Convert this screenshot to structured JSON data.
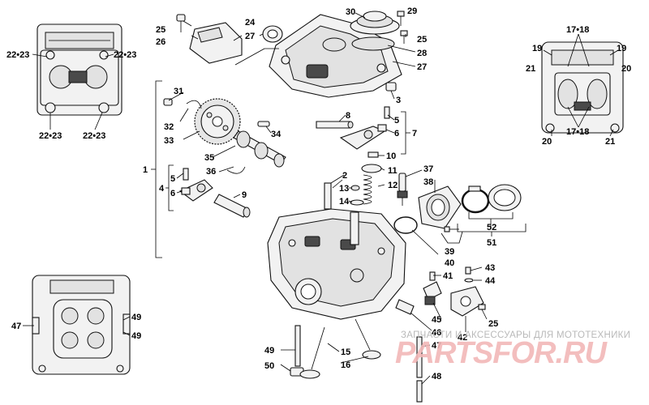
{
  "watermark": {
    "caption": "ЗАПЧАСТИ И АКСЕССУАРЫ ДЛЯ МОТОТЕХНИКИ",
    "logo": "PARTSFOR.RU",
    "logo_color": "#e05050"
  },
  "callouts": {
    "c1": "1",
    "c2": "2",
    "c3": "3",
    "c4": "4",
    "c5a": "5",
    "c5b": "5",
    "c6a": "6",
    "c6b": "6",
    "c7": "7",
    "c8": "8",
    "c9": "9",
    "c10": "10",
    "c11": "11",
    "c12": "12",
    "c13": "13",
    "c14": "14",
    "c15": "15",
    "c16": "16",
    "c1718a": "17•18",
    "c1718b": "17•18",
    "c19a": "19",
    "c19b": "19",
    "c20a": "20",
    "c20b": "20",
    "c21a": "21",
    "c21b": "21",
    "c2223a": "22•23",
    "c2223b": "22•23",
    "c2223c": "22•23",
    "c2223d": "22•23",
    "c24": "24",
    "c25a": "25",
    "c25b": "25",
    "c25c": "25",
    "c26": "26",
    "c27a": "27",
    "c27b": "27",
    "c28": "28",
    "c29": "29",
    "c30": "30",
    "c31": "31",
    "c32": "32",
    "c33": "33",
    "c34": "34",
    "c35": "35",
    "c36": "36",
    "c37": "37",
    "c38": "38",
    "c39": "39",
    "c40": "40",
    "c41": "41",
    "c42": "42",
    "c43": "43",
    "c44": "44",
    "c45": "45",
    "c46": "46",
    "c47a": "47",
    "c47b": "47",
    "c48": "48",
    "c49a": "49",
    "c49b": "49",
    "c49c": "49",
    "c50": "50",
    "c51": "51",
    "c52": "52"
  }
}
